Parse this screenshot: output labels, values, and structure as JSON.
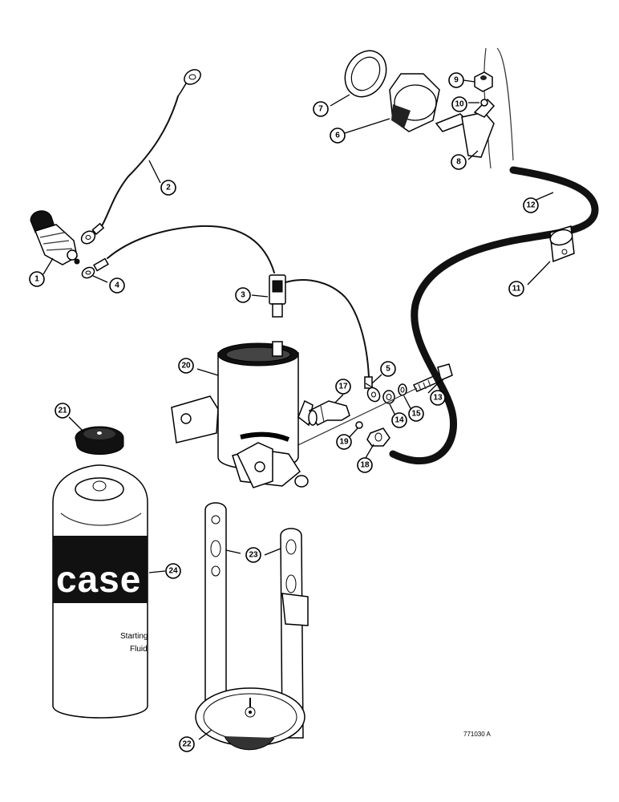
{
  "diagram": {
    "drawing_code": "771030 A",
    "can_logo": "case",
    "can_label_line1": "Starting",
    "can_label_line2": "Fluid"
  },
  "callouts": [
    {
      "id": "c1",
      "label": "1"
    },
    {
      "id": "c2",
      "label": "2"
    },
    {
      "id": "c3",
      "label": "3"
    },
    {
      "id": "c4",
      "label": "4"
    },
    {
      "id": "c5",
      "label": "5"
    },
    {
      "id": "c6",
      "label": "6"
    },
    {
      "id": "c7",
      "label": "7"
    },
    {
      "id": "c8",
      "label": "8"
    },
    {
      "id": "c9",
      "label": "9"
    },
    {
      "id": "c10",
      "label": "10"
    },
    {
      "id": "c11",
      "label": "11"
    },
    {
      "id": "c12",
      "label": "12"
    },
    {
      "id": "c13",
      "label": "13"
    },
    {
      "id": "c14",
      "label": "14"
    },
    {
      "id": "c15",
      "label": "15"
    },
    {
      "id": "c17",
      "label": "17"
    },
    {
      "id": "c18",
      "label": "18"
    },
    {
      "id": "c19",
      "label": "19"
    },
    {
      "id": "c20",
      "label": "20"
    },
    {
      "id": "c21",
      "label": "21"
    },
    {
      "id": "c22",
      "label": "22"
    },
    {
      "id": "c23",
      "label": "23"
    },
    {
      "id": "c24",
      "label": "24"
    }
  ]
}
